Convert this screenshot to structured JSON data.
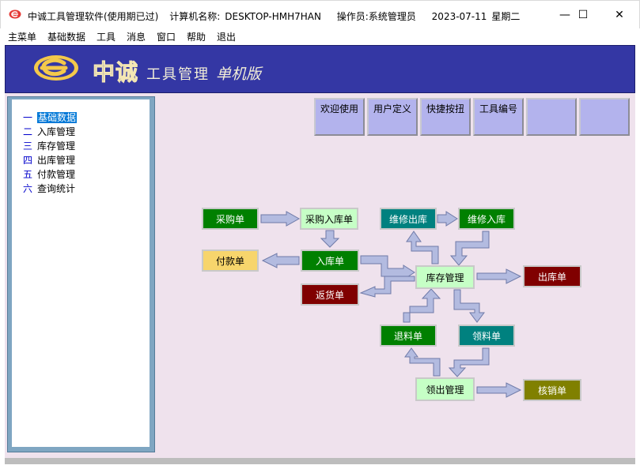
{
  "window": {
    "app_title": "中诚工具管理软件(使用期已过)",
    "computer_label": "计算机名称:",
    "computer_name": "DESKTOP-HMH7HAN",
    "operator_label": "操作员:",
    "operator_name": "系统管理员",
    "date": "2023-07-11",
    "weekday": "星期二",
    "minimize_icon": "—",
    "maximize_icon": "☐",
    "close_icon": "✕"
  },
  "menu": [
    "主菜单",
    "基础数据",
    "工具",
    "消息",
    "窗口",
    "帮助",
    "退出"
  ],
  "banner": {
    "brand": "中诚",
    "subtitle": "工具管理",
    "edition": "单机版",
    "bg_color": "#3437a4"
  },
  "nav": [
    {
      "num": "一",
      "label": "基础数据",
      "selected": true
    },
    {
      "num": "二",
      "label": "入库管理"
    },
    {
      "num": "三",
      "label": "库存管理"
    },
    {
      "num": "四",
      "label": "出库管理"
    },
    {
      "num": "五",
      "label": "付款管理"
    },
    {
      "num": "六",
      "label": "查询统计"
    }
  ],
  "toolbar": [
    "欢迎使用",
    "用户定义",
    "快捷按扭",
    "工具编号",
    "",
    ""
  ],
  "flow": {
    "purchase_order": "采购单",
    "purchase_inbound": "采购入库单",
    "repair_out": "维修出库",
    "repair_in": "维修入库",
    "payment": "付款单",
    "inbound": "入库单",
    "inventory": "库存管理",
    "outbound": "出库单",
    "return_goods": "返货单",
    "material_return": "退料单",
    "material_requisition": "领料单",
    "requisition_mgmt": "领出管理",
    "write_off": "核销单"
  },
  "colors": {
    "green": "#008000",
    "teal": "#00817f",
    "maroon": "#800000",
    "olive": "#808000",
    "light_green": "#c6ffc6",
    "yellow": "#f7d56c",
    "arrow": "#b3bbe0"
  }
}
